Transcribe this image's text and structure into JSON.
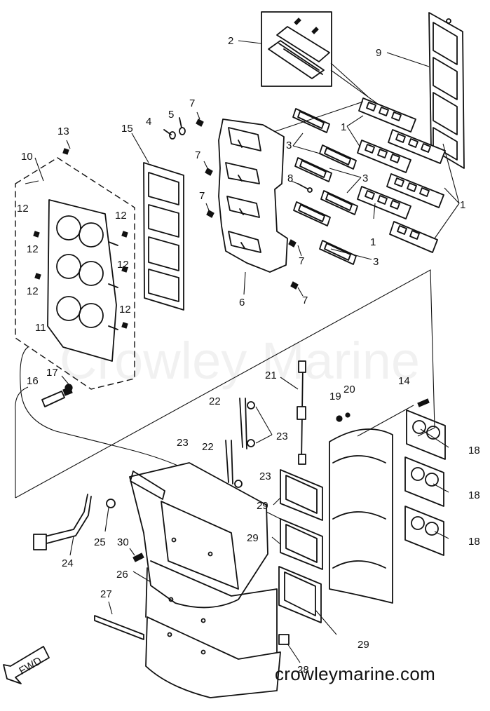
{
  "diagram": {
    "watermark": "Crowley Marine",
    "site_label": "crowleymarine.com",
    "direction_arrow_label": "FWD",
    "part_numbers": [
      "1",
      "2",
      "3",
      "4",
      "5",
      "6",
      "7",
      "8",
      "9",
      "10",
      "11",
      "12",
      "13",
      "14",
      "15",
      "16",
      "17",
      "18",
      "19",
      "20",
      "21",
      "22",
      "23",
      "24",
      "25",
      "26",
      "27",
      "28",
      "29",
      "30"
    ]
  }
}
